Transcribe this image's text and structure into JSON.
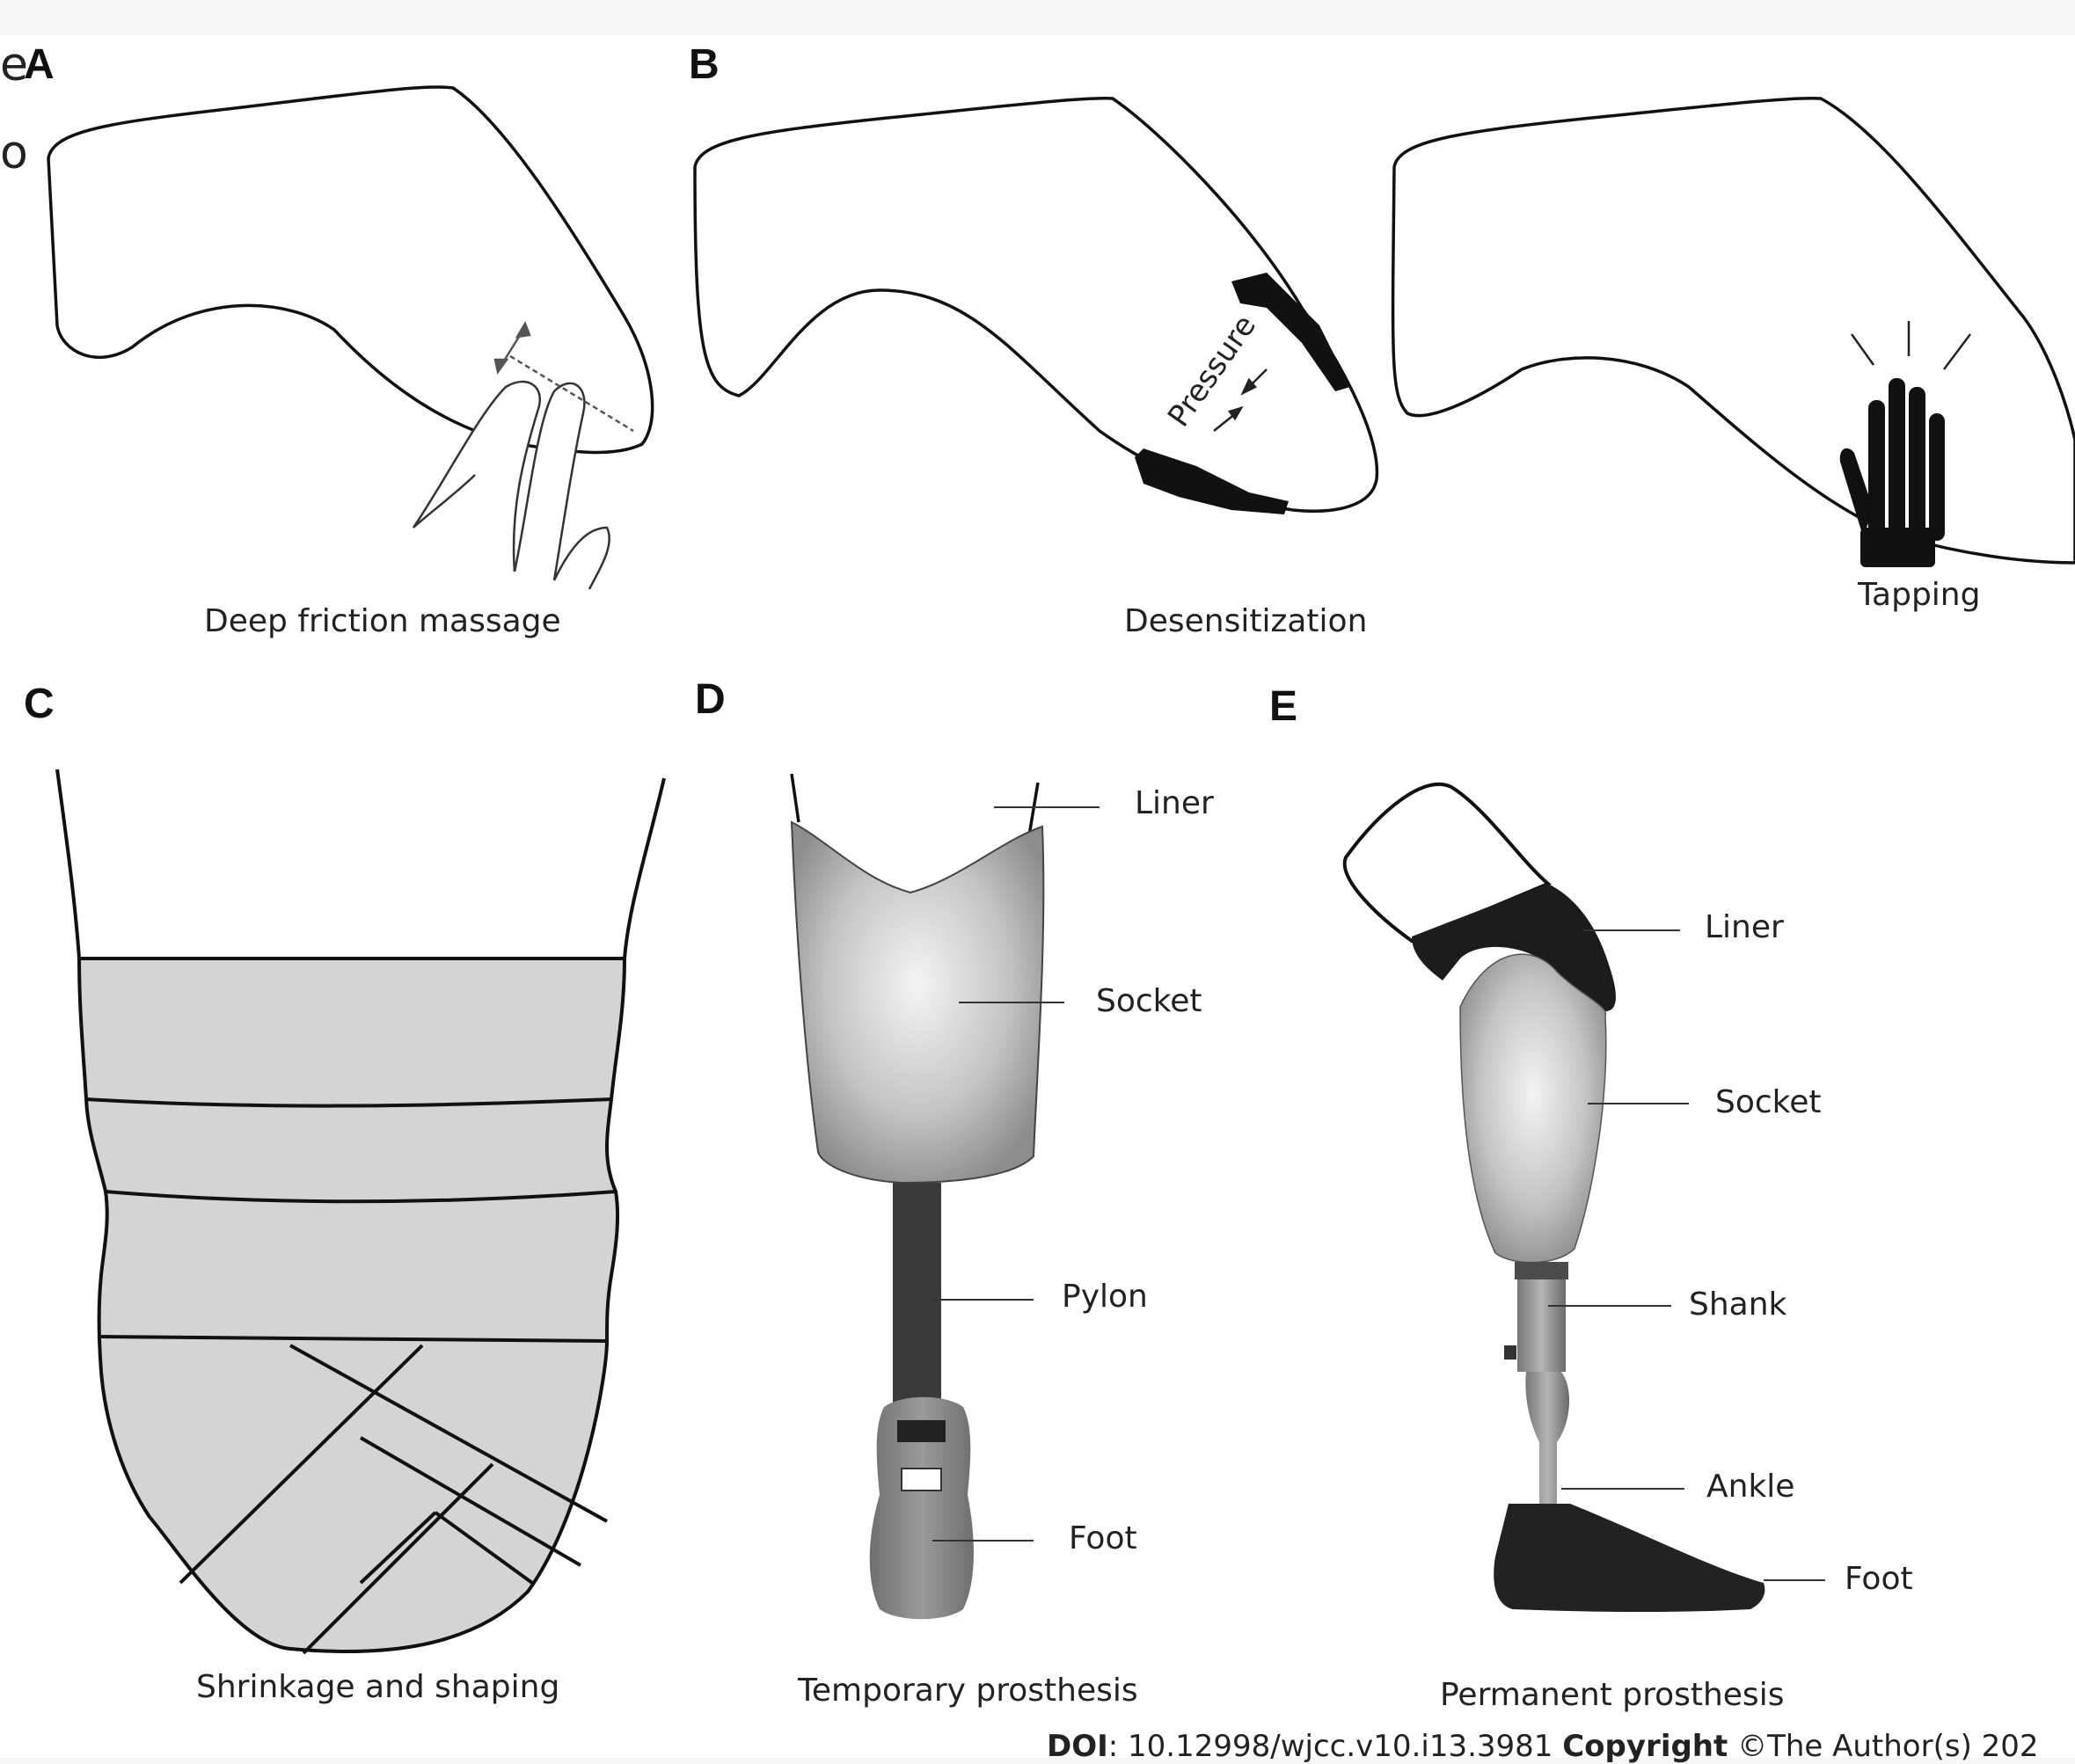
{
  "panels": {
    "A": {
      "letter": "A",
      "caption": "Deep friction massage"
    },
    "B": {
      "letter": "B",
      "caption": "Desensitization",
      "pressure_label": "Pressure",
      "tapping_label": "Tapping"
    },
    "C": {
      "letter": "C",
      "caption": "Shrinkage and shaping"
    },
    "D": {
      "letter": "D",
      "caption": "Temporary prosthesis",
      "parts": {
        "liner": "Liner",
        "socket": "Socket",
        "pylon": "Pylon",
        "foot": "Foot"
      }
    },
    "E": {
      "letter": "E",
      "caption": "Permanent prosthesis",
      "parts": {
        "liner": "Liner",
        "socket": "Socket",
        "shank": "Shank",
        "ankle": "Ankle",
        "foot": "Foot"
      }
    }
  },
  "cut_text": {
    "line1": "e",
    "line2": "o"
  },
  "footer": {
    "doi_label": "DOI",
    "doi_value": ": 10.12998/wjcc.v10.i13.3981",
    "copyright_label": "Copyright",
    "copyright_value": " ©The Author(s) 202"
  },
  "colors": {
    "background": "#ffffff",
    "page": "#f6f6f6",
    "bandage": "#d4d4d4",
    "dark": "#222222"
  }
}
